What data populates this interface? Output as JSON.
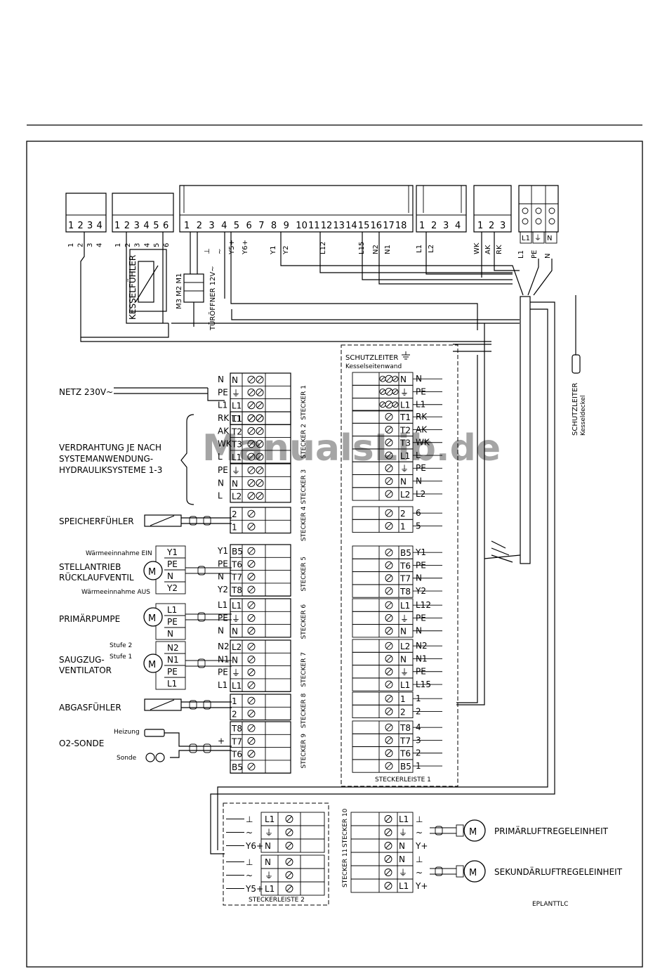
{
  "watermark": "ManualsLib.de",
  "drawing_code": "EPLANTTLC",
  "top_connectors": {
    "c1": {
      "pins": [
        "1",
        "2",
        "3",
        "4"
      ],
      "wires": [
        "1",
        "2",
        "3",
        "4"
      ]
    },
    "c2": {
      "pins": [
        "1",
        "2",
        "3",
        "4",
        "5",
        "6"
      ],
      "wires": [
        "1",
        "2",
        "3",
        "4",
        "5",
        "6"
      ],
      "sensor": "KESSELFÜHLER"
    },
    "c3": {
      "pins": [
        "1",
        "2",
        "3",
        "4",
        "5",
        "6",
        "7",
        "8",
        "9",
        "10",
        "11",
        "12",
        "13",
        "14",
        "15",
        "16",
        "17",
        "18"
      ],
      "wires": [
        "⊥",
        "~",
        "Y5+",
        "Y6+",
        "Y1",
        "Y2",
        "L12",
        "L15",
        "N2",
        "N1"
      ],
      "motor": "M3 M2 M1",
      "door": "TÜRÖFFNER 12V~"
    },
    "c4": {
      "pins": [
        "1",
        "2",
        "3",
        "4"
      ],
      "wires": [
        "L1",
        "L2"
      ]
    },
    "c5": {
      "pins": [
        "1",
        "2",
        "3"
      ],
      "wires": [
        "WK",
        "AK",
        "RK"
      ]
    },
    "c6": {
      "pins": [
        "L1",
        "⏚",
        "N"
      ],
      "wires": [
        "L1",
        "PE",
        "N"
      ]
    }
  },
  "left_labels": {
    "netz": "NETZ 230V~",
    "verdrahtung": [
      "VERDRAHTUNG JE NACH",
      "SYSTEMANWENDUNG-",
      "HYDRAULIKSYSTEME 1-3"
    ],
    "speicher": "SPEICHERFÜHLER",
    "stell": [
      "STELLANTRIEB",
      "RÜCKLAUFVENTIL"
    ],
    "waerme_ein": "Wärmeeinnahme EIN",
    "waerme_aus": "Wärmeeinnahme AUS",
    "primaer": "PRIMÄRPUMPE",
    "saugzug": [
      "SAUGZUG-",
      "VENTILATOR"
    ],
    "stufe2": "Stufe 2",
    "stufe1": "Stufe 1",
    "abgas": "ABGASFÜHLER",
    "o2": "O2-SONDE",
    "heizung": "Heizung",
    "sonde": "Sonde"
  },
  "device_pins": {
    "stell": [
      "Y1",
      "PE",
      "N",
      "Y2"
    ],
    "primaer": [
      "L1",
      "PE",
      "N"
    ],
    "saugzug": [
      "N2",
      "N1",
      "PE",
      "L1"
    ]
  },
  "left_strip": [
    {
      "stecker": "STECKER 1",
      "side": [
        "N",
        "PE",
        "L1",
        ""
      ],
      "term": [
        "N",
        "⏚",
        "L1",
        "L1"
      ]
    },
    {
      "stecker": "STECKER 2",
      "side": [
        "RK",
        "AK",
        "WK",
        "L"
      ],
      "term": [
        "T1",
        "T2",
        "T3",
        "L1"
      ]
    },
    {
      "stecker": "STECKER 3",
      "side": [
        "PE",
        "N",
        "L"
      ],
      "term": [
        "⏚",
        "N",
        "L2"
      ]
    },
    {
      "stecker": "STECKER 4",
      "side": [
        "",
        ""
      ],
      "term": [
        "2",
        "1"
      ]
    },
    {
      "stecker": "STECKER 5",
      "side": [
        "Y1",
        "PE",
        "N",
        "Y2"
      ],
      "term": [
        "B5",
        "T6",
        "T7",
        "T8"
      ]
    },
    {
      "stecker": "STECKER 6",
      "side": [
        "L1",
        "PE",
        "N"
      ],
      "term": [
        "L1",
        "⏚",
        "N"
      ]
    },
    {
      "stecker": "STECKER 7",
      "side": [
        "N2",
        "N1",
        "PE",
        "L1"
      ],
      "term": [
        "L2",
        "N",
        "⏚",
        "L1"
      ]
    },
    {
      "stecker": "STECKER 8",
      "side": [
        "",
        ""
      ],
      "term": [
        "1",
        "2"
      ]
    },
    {
      "stecker": "STECKER 9",
      "side": [
        "",
        "+",
        "",
        ""
      ],
      "term": [
        "T8",
        "T7",
        "T6",
        "B5"
      ]
    }
  ],
  "right_strip": {
    "title": "SCHUTZLEITER",
    "subtitle": "Kesselseitenwand",
    "footer": "STECKERLEISTE 1",
    "rows": [
      {
        "term": "N",
        "side": "N"
      },
      {
        "term": "⏚",
        "side": "PE"
      },
      {
        "term": "L1",
        "side": "L1"
      },
      {
        "term": "T1",
        "side": "RK"
      },
      {
        "term": "T2",
        "side": "AK"
      },
      {
        "term": "T3",
        "side": "WK"
      },
      {
        "term": "L1",
        "side": "L"
      },
      {
        "term": "⏚",
        "side": "PE"
      },
      {
        "term": "N",
        "side": "N"
      },
      {
        "term": "L2",
        "side": "L2"
      },
      {
        "term": "2",
        "side": "6"
      },
      {
        "term": "1",
        "side": "5"
      },
      {
        "term": "B5",
        "side": "Y1"
      },
      {
        "term": "T6",
        "side": "PE"
      },
      {
        "term": "T7",
        "side": "N"
      },
      {
        "term": "T8",
        "side": "Y2"
      },
      {
        "term": "L1",
        "side": "L12"
      },
      {
        "term": "⏚",
        "side": "PE"
      },
      {
        "term": "N",
        "side": "N"
      },
      {
        "term": "L2",
        "side": "N2"
      },
      {
        "term": "N",
        "side": "N1"
      },
      {
        "term": "⏚",
        "side": "PE"
      },
      {
        "term": "L1",
        "side": "L15"
      },
      {
        "term": "1",
        "side": "1"
      },
      {
        "term": "2",
        "side": "2"
      },
      {
        "term": "T8",
        "side": "4"
      },
      {
        "term": "T7",
        "side": "3"
      },
      {
        "term": "T6",
        "side": "2"
      },
      {
        "term": "B5",
        "side": "1"
      }
    ]
  },
  "schutzleiter_deckel": [
    "SCHUTZLEITER",
    "Kesseldeckel"
  ],
  "strip2": {
    "footer": "STECKERLEISTE 2",
    "rows": [
      {
        "side": "⊥",
        "term": "L1"
      },
      {
        "side": "~",
        "term": "⏚"
      },
      {
        "side": "Y6+",
        "term": "N"
      },
      {
        "side": "⊥",
        "term": "N"
      },
      {
        "side": "~",
        "term": "⏚"
      },
      {
        "side": "Y5+",
        "term": "L1"
      }
    ]
  },
  "stecker10": {
    "label": "STECKER 10",
    "rows": [
      {
        "term": "L1",
        "side": "⊥"
      },
      {
        "term": "⏚",
        "side": "~"
      },
      {
        "term": "N",
        "side": "Y+"
      }
    ],
    "motor": "PRIMÄRLUFTREGELEINHEIT"
  },
  "stecker11": {
    "label": "STECKER 11",
    "rows": [
      {
        "term": "N",
        "side": "⊥"
      },
      {
        "term": "⏚",
        "side": "~"
      },
      {
        "term": "L1",
        "side": "Y+"
      }
    ],
    "motor": "SEKUNDÄRLUFTREGELEINHEIT"
  },
  "motor_symbol": "M"
}
